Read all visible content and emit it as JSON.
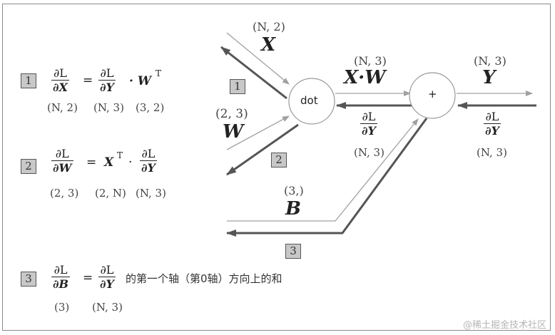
{
  "left_formulas": {
    "eq1": {
      "box_label": "1",
      "lhs": {
        "num": "∂L",
        "den": "∂X"
      },
      "equals": "=",
      "rhs_frac": {
        "num": "∂L",
        "den": "∂Y"
      },
      "rhs_tail": "· W",
      "rhs_sup": "T",
      "shapes": [
        "(N, 2)",
        "(N, 3)",
        "(3, 2)"
      ]
    },
    "eq2": {
      "box_label": "2",
      "lhs": {
        "num": "∂L",
        "den": "∂W"
      },
      "equals": "=",
      "rhs_head": "X",
      "rhs_sup": "T",
      "rhs_dot": "·",
      "rhs_frac": {
        "num": "∂L",
        "den": "∂Y"
      },
      "shapes": [
        "(2, 3)",
        "(2, N)",
        "(N, 3)"
      ]
    },
    "eq3": {
      "box_label": "3",
      "lhs": {
        "num": "∂L",
        "den": "∂B"
      },
      "equals": "=",
      "rhs_frac": {
        "num": "∂L",
        "den": "∂Y"
      },
      "description": "的第一个轴（第0轴）方向上的和",
      "shapes": [
        "(3)",
        "(N, 3)"
      ]
    }
  },
  "graph": {
    "dot_node_label": "dot",
    "plus_node_label": "+",
    "x_input": {
      "shape": "(N, 2)",
      "label": "X"
    },
    "w_input": {
      "shape": "(2, 3)",
      "label": "W"
    },
    "b_input": {
      "shape": "(3,)",
      "label": "B"
    },
    "xw_output": {
      "shape": "(N, 3)",
      "label": "X·W"
    },
    "y_output": {
      "shape": "(N, 3)",
      "label": "Y"
    },
    "grad_mid": {
      "num": "∂L",
      "den": "∂Y",
      "shape": "(N, 3)"
    },
    "grad_right": {
      "num": "∂L",
      "den": "∂Y",
      "shape": "(N, 3)"
    },
    "box_labels": [
      "1",
      "2",
      "3"
    ]
  },
  "watermark": "@稀土掘金技术社区",
  "colors": {
    "forward_arrow": "#a0a0a0",
    "backward_arrow": "#555555",
    "box_fill": "#c8c8c8"
  }
}
